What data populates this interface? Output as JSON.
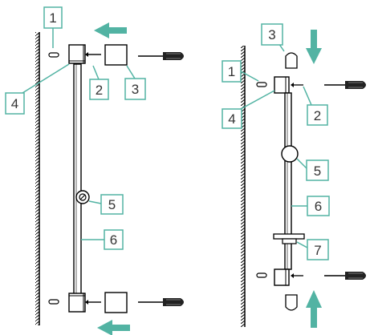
{
  "colors": {
    "accent": "#52b3a3",
    "line": "#000000",
    "callout_border": "#52b3a3",
    "callout_text": "#333333"
  },
  "left_assembly": {
    "callouts": [
      {
        "id": "c1",
        "label": "1"
      },
      {
        "id": "c2",
        "label": "2"
      },
      {
        "id": "c3",
        "label": "3"
      },
      {
        "id": "c4",
        "label": "4"
      },
      {
        "id": "c5",
        "label": "5"
      },
      {
        "id": "c6",
        "label": "6"
      }
    ],
    "arrows": [
      "arrow-left-top",
      "arrow-left-bottom"
    ],
    "icons": [
      "wall-left",
      "screwdriver-top",
      "screwdriver-bottom",
      "dowel-top",
      "dowel-bottom",
      "bracket-top",
      "bracket-bottom",
      "cap-top",
      "cap-bottom",
      "rail",
      "slider"
    ]
  },
  "right_assembly": {
    "callouts": [
      {
        "id": "c1",
        "label": "1"
      },
      {
        "id": "c2",
        "label": "2"
      },
      {
        "id": "c3",
        "label": "3"
      },
      {
        "id": "c4",
        "label": "4"
      },
      {
        "id": "c5",
        "label": "5"
      },
      {
        "id": "c6",
        "label": "6"
      },
      {
        "id": "c7",
        "label": "7"
      }
    ],
    "arrows": [
      "arrow-down-top",
      "arrow-up-bottom"
    ],
    "icons": [
      "wall-right",
      "screwdriver-top",
      "screwdriver-bottom",
      "dowel-top",
      "dowel-bottom",
      "bracket-top",
      "bracket-bottom",
      "cover-top",
      "cover-bottom",
      "rail",
      "ball",
      "soap-dish"
    ]
  }
}
